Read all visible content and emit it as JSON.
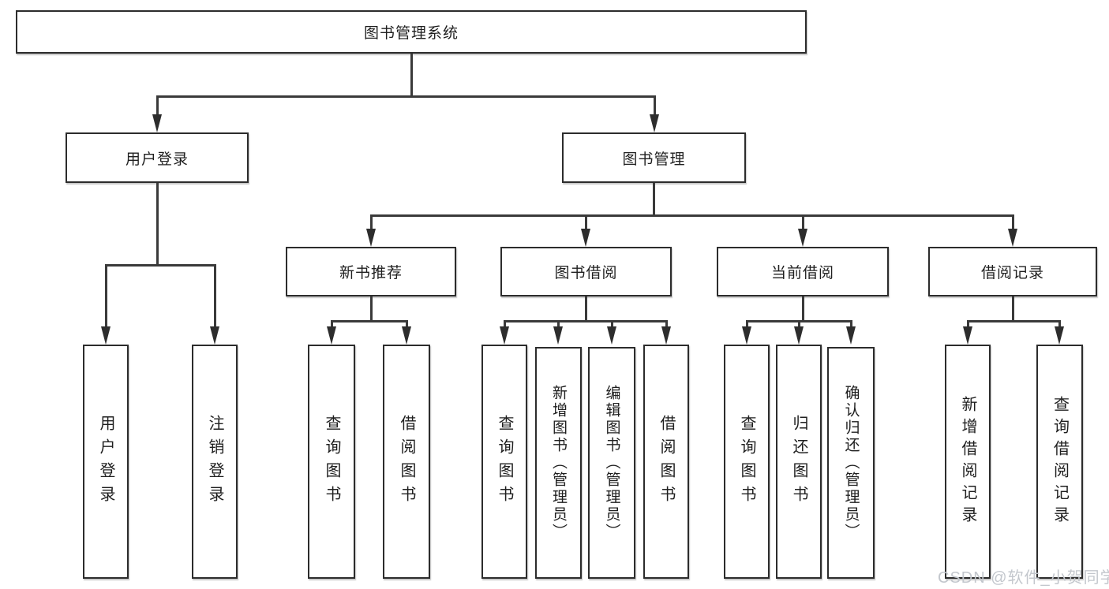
{
  "watermark": "CSDN @软件_小贺同学",
  "colors": {
    "line": "#3a3a3a",
    "box_border": "#2c2c2c",
    "box_fill": "#ffffff",
    "text": "#1f1f1f",
    "watermark": "#c3c7cd"
  },
  "tree": {
    "label": "图书管理系统",
    "children": [
      {
        "label": "用户登录",
        "children": [
          {
            "label": "用户登录"
          },
          {
            "label": "注销登录"
          }
        ]
      },
      {
        "label": "图书管理",
        "children": [
          {
            "label": "新书推荐",
            "children": [
              {
                "label": "查询图书"
              },
              {
                "label": "借阅图书"
              }
            ]
          },
          {
            "label": "图书借阅",
            "children": [
              {
                "label": "查询图书"
              },
              {
                "label": "新增图书（管理员）"
              },
              {
                "label": "编辑图书（管理员）"
              },
              {
                "label": "借阅图书"
              }
            ]
          },
          {
            "label": "当前借阅",
            "children": [
              {
                "label": "查询图书"
              },
              {
                "label": "归还图书"
              },
              {
                "label": "确认归还（管理员）"
              }
            ]
          },
          {
            "label": "借阅记录",
            "children": [
              {
                "label": "新增借阅记录"
              },
              {
                "label": "查询借阅记录"
              }
            ]
          }
        ]
      }
    ]
  }
}
